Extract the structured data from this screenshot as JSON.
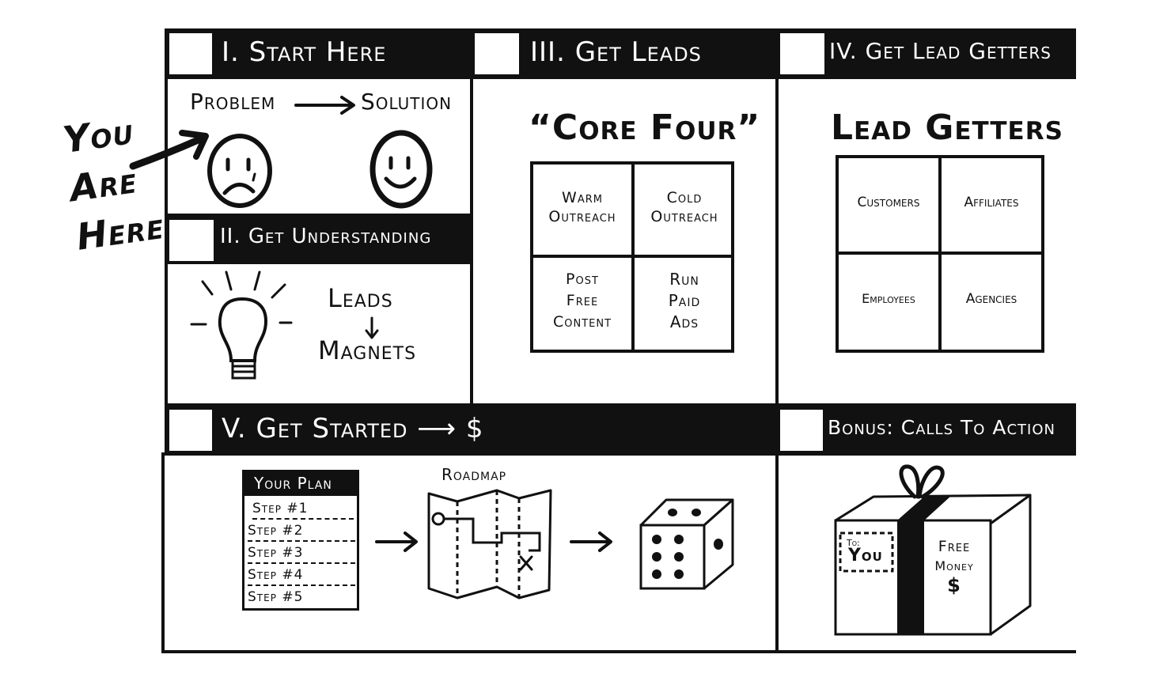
{
  "side_note": {
    "line1": "You",
    "line2": "Are",
    "line3": "Here"
  },
  "sections": {
    "start_here": {
      "title": "I. Start Here",
      "problem": "Problem",
      "solution": "Solution"
    },
    "get_understanding": {
      "title": "II. Get Understanding",
      "top": "Leads",
      "bottom": "Magnets"
    },
    "get_leads": {
      "title": "III. Get Leads",
      "heading": "“Core Four”",
      "cells": [
        {
          "l1": "Warm",
          "l2": "Outreach",
          "l3": ""
        },
        {
          "l1": "Cold",
          "l2": "Outreach",
          "l3": ""
        },
        {
          "l1": "Post",
          "l2": "Free",
          "l3": "Content"
        },
        {
          "l1": "Run",
          "l2": "Paid",
          "l3": "Ads"
        }
      ]
    },
    "get_lead_getters": {
      "title": "IV. Get Lead Getters",
      "heading": "Lead Getters",
      "cells": [
        "Customers",
        "Affiliates",
        "Employees",
        "Agencies"
      ]
    },
    "get_started": {
      "title": "V. Get Started ⟶ $",
      "plan_title": "Your Plan",
      "steps": [
        "Step #1",
        "Step #2",
        "Step #3",
        "Step #4",
        "Step #5"
      ],
      "roadmap_label": "Roadmap"
    },
    "bonus": {
      "title": "Bonus: Calls To Action",
      "tag_to": "To:",
      "tag_name": "You",
      "gift_l1": "Free",
      "gift_l2": "Money",
      "gift_l3": "$"
    }
  },
  "colors": {
    "ink": "#111111",
    "paper": "#ffffff"
  }
}
